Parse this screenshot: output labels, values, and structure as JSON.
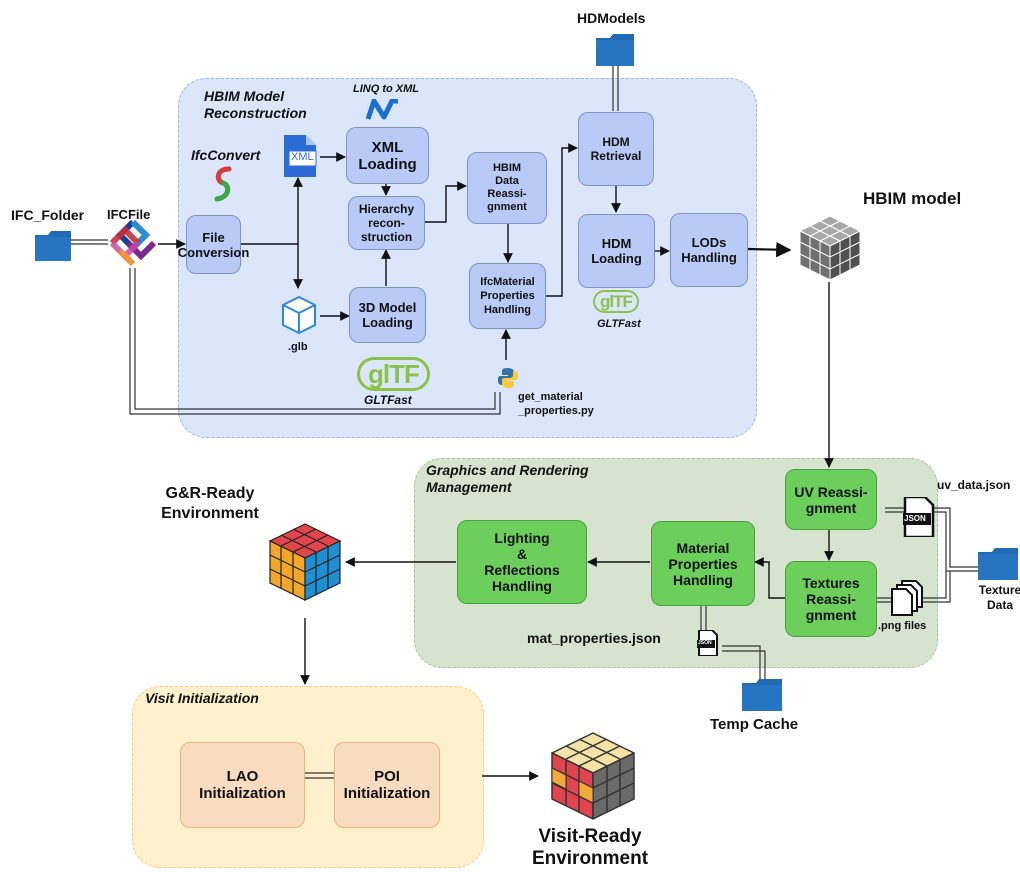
{
  "colors": {
    "hbim_panel": "#dbe6fb",
    "hbim_panel_border": "#9fb4de",
    "gr_panel": "#d6e4cf",
    "gr_panel_border": "#a8c49c",
    "visit_panel": "#fdf0cc",
    "visit_panel_border": "#f0cf84",
    "blue_node": "#b9caf7",
    "green_node": "#6ccf5c",
    "orange_node": "#f9dcc0",
    "folder_blue": "#1f6bb5",
    "arrow": "#111111"
  },
  "sections": {
    "hbim": {
      "title": "HBIM Model\nReconstruction"
    },
    "gr": {
      "title": "Graphics and Rendering\nManagement"
    },
    "visit": {
      "title": "Visit Initialization"
    }
  },
  "nodes": {
    "file_conversion": "File\nConversion",
    "xml_loading": "XML\nLoading",
    "hierarchy": "Hierarchy\nrecon-\nstruction",
    "model3d_loading": "3D Model\nLoading",
    "hbim_data": "HBIM\nData\nReassi-\ngnment",
    "ifc_material": "IfcMaterial\nProperties\nHandling",
    "hdm_retrieval": "HDM\nRetrieval",
    "hdm_loading": "HDM\nLoading",
    "lods": "LODs\nHandling",
    "uv_reassign": "UV Reassi-\ngnment",
    "textures_reassign": "Textures\nReassi-\ngnment",
    "material_handling": "Material\nProperties\nHandling",
    "lighting": "Lighting\n&\nReflections\nHandling",
    "lao": "LAO\nInitialization",
    "poi": "POI\nInitialization"
  },
  "labels": {
    "ifc_folder": "IFC_Folder",
    "ifc_file": "IFCFile",
    "ifcconvert": "IfcConvert",
    "linq": "LINQ to XML",
    "xml_icon_text": "XML",
    "glb": ".glb",
    "gltfast_1": "GLTFast",
    "gltfast_2": "GLTFast",
    "gltf_logo_1": "glTF",
    "gltf_logo_2": "glTF",
    "get_material": "get_material\n_properties.py",
    "hdmodels": "HDModels",
    "hbim_model": "HBIM model",
    "uv_data": "uv_data.json",
    "json_tag_1": "JSON",
    "json_tag_2": "JSON",
    "png_files": ".png files",
    "texture_data": "Texture\nData",
    "mat_properties": "mat_properties.json",
    "temp_cache": "Temp Cache",
    "gr_ready": "G&R-Ready\nEnvironment",
    "visit_ready": "Visit-Ready\nEnvironment"
  },
  "icons": {
    "folder": "folder-icon",
    "ifc": "ifc-logo-icon",
    "ifcconvert": "ifcconvert-logo-icon",
    "linq": "dotnet-logo-icon",
    "xml": "xml-file-icon",
    "glb": "cube-outline-icon",
    "gltf": "gltf-logo-icon",
    "python": "python-logo-icon",
    "cube": "rubik-cube-icon",
    "json": "json-file-icon",
    "png": "png-files-icon"
  }
}
